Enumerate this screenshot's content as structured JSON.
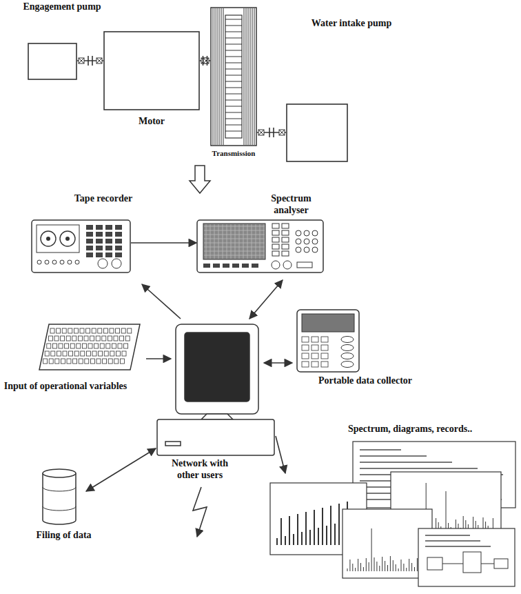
{
  "diagram": {
    "nodes": [
      {
        "text": [
          "Engagement pump"
        ]
      },
      {
        "text": [
          "Motor"
        ]
      },
      {
        "text": [
          "Transmission"
        ]
      },
      {
        "text": [
          "Water intake pump"
        ]
      },
      {
        "text": [
          "Tape recorder"
        ]
      },
      {
        "text": [
          "Spectrum analyser"
        ]
      },
      {
        "text": [
          "Input of operational variables"
        ]
      },
      {
        "text": [
          "Portable data collector"
        ]
      },
      {
        "text": [
          "Filing of data"
        ]
      },
      {
        "text": [
          "Spectrum, diagrams, records.."
        ]
      }
    ],
    "edges": [
      {
        "from": 0,
        "to": 1,
        "arrow": "none"
      },
      {
        "from": 1,
        "to": 2,
        "arrow": "none"
      },
      {
        "from": 2,
        "to": 3,
        "arrow": "none"
      },
      {
        "from": 4,
        "to": 5,
        "arrow": "to"
      }
    ],
    "labels": [
      "Network with other users"
    ]
  }
}
